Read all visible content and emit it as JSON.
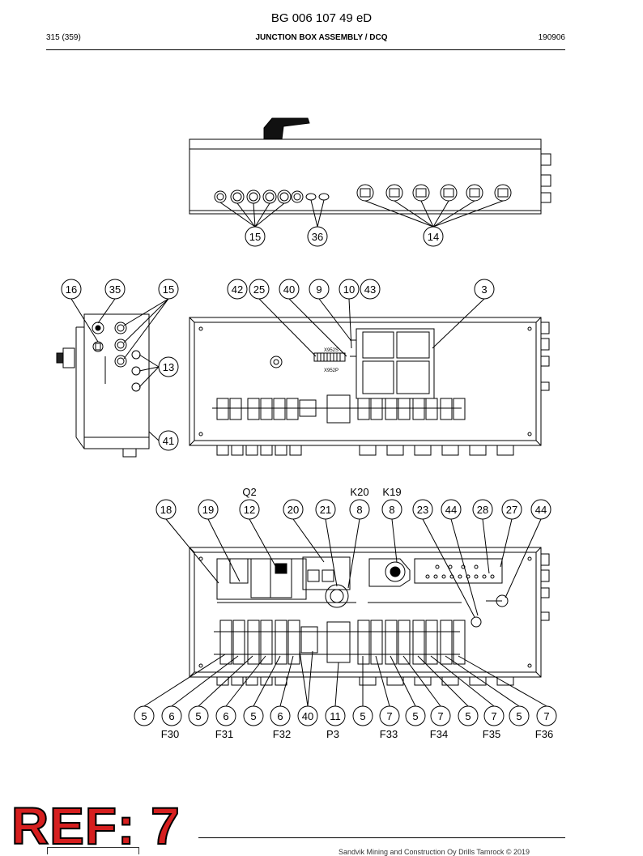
{
  "header": {
    "doc_number": "BG 006 107 49 eD",
    "page": "315 (359)",
    "section": "JUNCTION BOX ASSEMBLY / DCQ",
    "date": "190906"
  },
  "callouts": {
    "top": [
      "15",
      "36",
      "14"
    ],
    "middle": [
      "16",
      "35",
      "15",
      "42",
      "25",
      "40",
      "9",
      "10",
      "43",
      "3",
      "13",
      "41"
    ],
    "bottom_top": [
      "18",
      "19",
      "12",
      "20",
      "21",
      "8",
      "8",
      "23",
      "44",
      "28",
      "27",
      "44"
    ],
    "bottom_row": [
      "5",
      "6",
      "5",
      "6",
      "5",
      "6",
      "40",
      "11",
      "5",
      "7",
      "5",
      "7",
      "5",
      "7",
      "5",
      "7"
    ]
  },
  "component_labels": {
    "q2": "Q2",
    "k20": "K20",
    "k19": "K19",
    "f30": "F30",
    "f31": "F31",
    "f32": "F32",
    "p3": "P3",
    "f33": "F33",
    "f34": "F34",
    "f35": "F35",
    "f36": "F36"
  },
  "connector_labels": {
    "x952s": "X952S",
    "x952p": "X952P"
  },
  "ref_stamp": "REF: 7",
  "footer": "Sandvik Mining and Construction Oy Drills Tamrock © 2019",
  "colors": {
    "stamp": "#d61f1f",
    "line": "#000000"
  }
}
